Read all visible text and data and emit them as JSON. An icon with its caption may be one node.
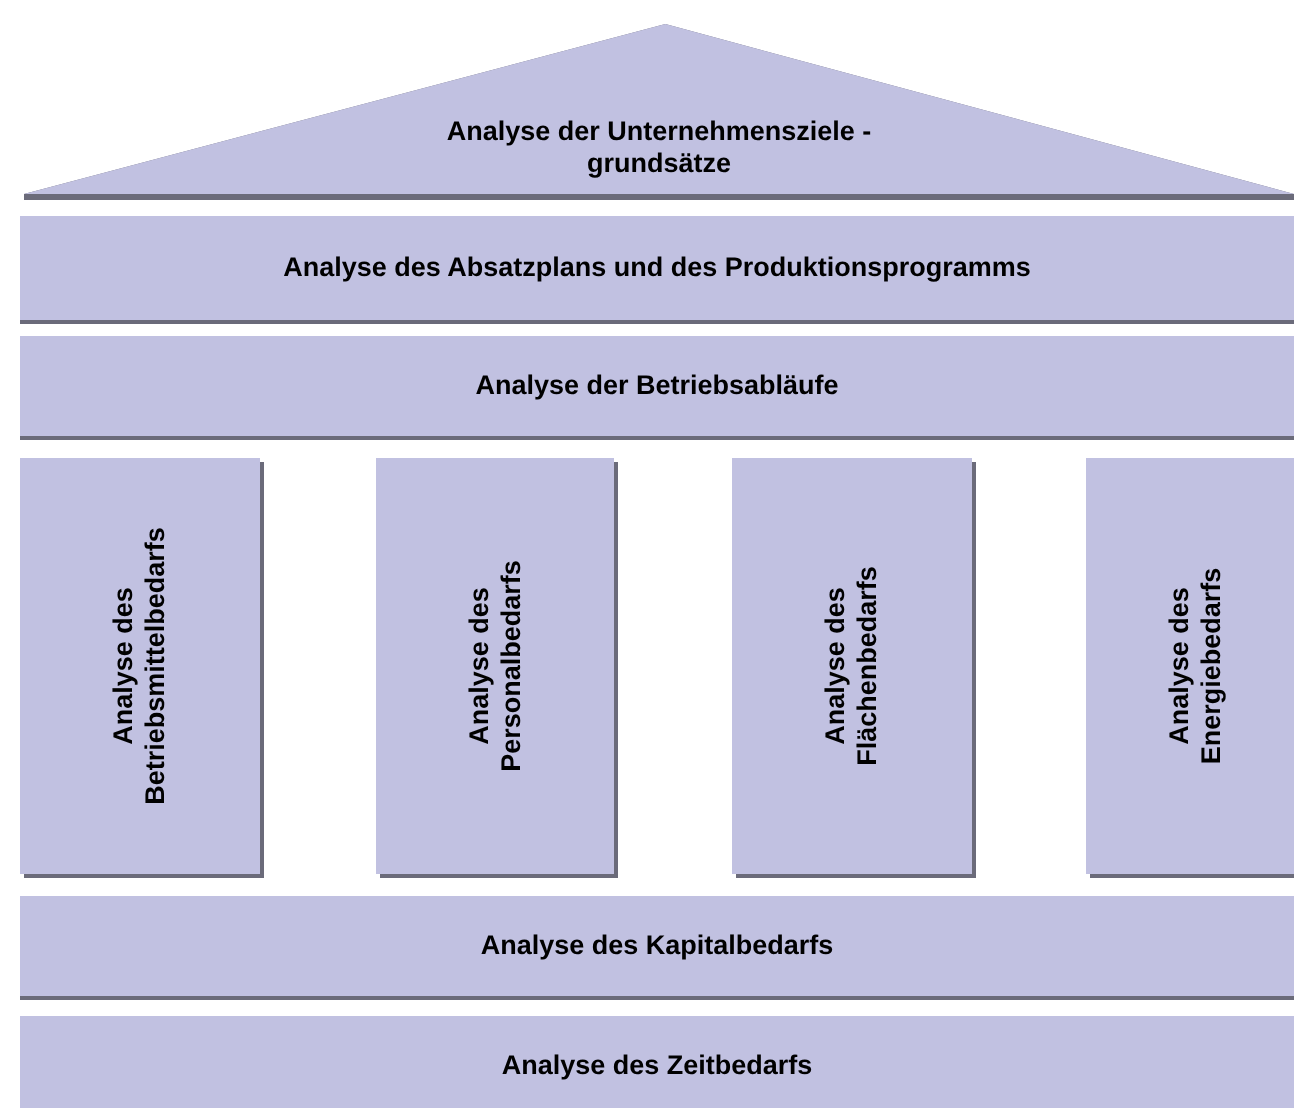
{
  "diagram": {
    "nodes": [
      {
        "text": [
          "Analyse der Unternehmensziele -grundsätze"
        ]
      },
      {
        "text": [
          "Analyse des Absatzplans und des Produktionsprogramms"
        ]
      },
      {
        "text": [
          "Analyse der Betriebsabläufe"
        ]
      },
      {
        "text": [
          "Analyse des Betriebsmittelbedarfs"
        ]
      },
      {
        "text": [
          "Analyse des Personalbedarfs"
        ]
      },
      {
        "text": [
          "Analyse des Flächenbedarfs"
        ]
      },
      {
        "text": [
          "Analyse des Energiebedarfs"
        ]
      },
      {
        "text": [
          "Analyse des Kapitalbedarfs"
        ]
      },
      {
        "text": [
          "Analyse des Zeitbedarfs"
        ]
      }
    ]
  }
}
